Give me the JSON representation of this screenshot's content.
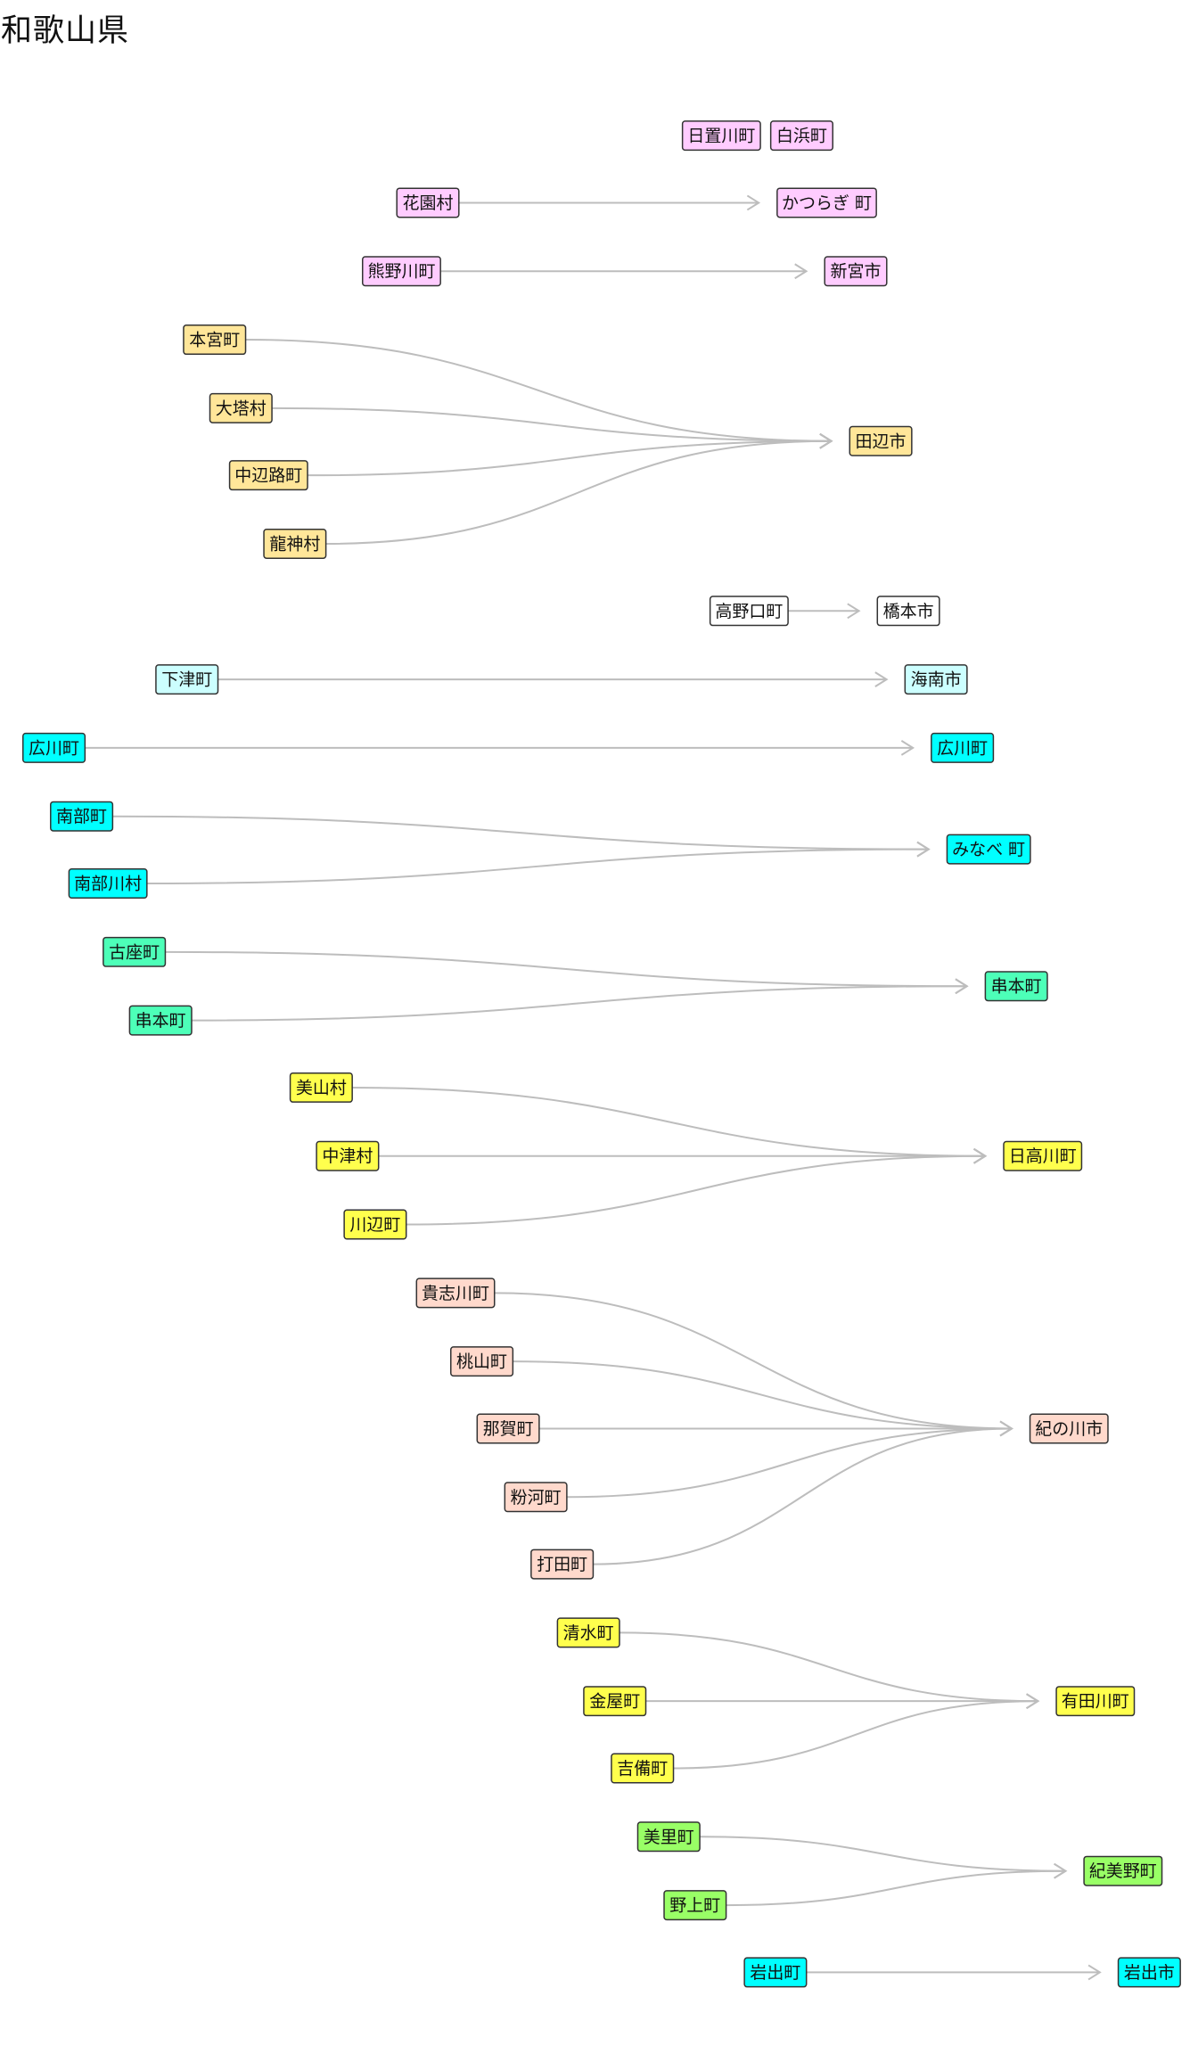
{
  "title": "和歌山県",
  "colors": {
    "pink": "#ffccff",
    "orange": "#ffe699",
    "white": "#ffffff",
    "lightcyan": "#ccffff",
    "cyan": "#00ffff",
    "teal": "#4dffb8",
    "yellow": "#ffff4d",
    "salmon": "#ffd9cc",
    "green": "#99ff66",
    "edge": "#bdbdbd",
    "border": "#333333"
  },
  "nodes": {
    "hiokigawa": {
      "label": "日置川町",
      "color": "pink"
    },
    "shirahama": {
      "label": "白浜町",
      "color": "pink"
    },
    "hanazono": {
      "label": "花園村",
      "color": "pink"
    },
    "katsuragi": {
      "label": "かつらぎ 町",
      "color": "pink"
    },
    "kumanogawa": {
      "label": "熊野川町",
      "color": "pink"
    },
    "shingu": {
      "label": "新宮市",
      "color": "pink"
    },
    "hongu": {
      "label": "本宮町",
      "color": "orange"
    },
    "oto": {
      "label": "大塔村",
      "color": "orange"
    },
    "nakahechi": {
      "label": "中辺路町",
      "color": "orange"
    },
    "ryujin": {
      "label": "龍神村",
      "color": "orange"
    },
    "tanabe": {
      "label": "田辺市",
      "color": "orange"
    },
    "koyaguchi": {
      "label": "高野口町",
      "color": "white"
    },
    "hashimoto": {
      "label": "橋本市",
      "color": "white"
    },
    "shimotsu": {
      "label": "下津町",
      "color": "lightcyan"
    },
    "kainan": {
      "label": "海南市",
      "color": "lightcyan"
    },
    "hirogawa_old": {
      "label": "広川町",
      "color": "cyan"
    },
    "hirogawa_new": {
      "label": "広川町",
      "color": "cyan"
    },
    "minabe_old": {
      "label": "南部町",
      "color": "cyan"
    },
    "minabegawa": {
      "label": "南部川村",
      "color": "cyan"
    },
    "minabe_new": {
      "label": "みなべ 町",
      "color": "cyan"
    },
    "koza": {
      "label": "古座町",
      "color": "teal"
    },
    "kushimoto_old": {
      "label": "串本町",
      "color": "teal"
    },
    "kushimoto_new": {
      "label": "串本町",
      "color": "teal"
    },
    "miyama": {
      "label": "美山村",
      "color": "yellow"
    },
    "nakatsu": {
      "label": "中津村",
      "color": "yellow"
    },
    "kawabe": {
      "label": "川辺町",
      "color": "yellow"
    },
    "hidakagawa": {
      "label": "日高川町",
      "color": "yellow"
    },
    "kishigawa": {
      "label": "貴志川町",
      "color": "salmon"
    },
    "momoyama": {
      "label": "桃山町",
      "color": "salmon"
    },
    "naga": {
      "label": "那賀町",
      "color": "salmon"
    },
    "kokawa": {
      "label": "粉河町",
      "color": "salmon"
    },
    "uchita": {
      "label": "打田町",
      "color": "salmon"
    },
    "kinokawa": {
      "label": "紀の川市",
      "color": "salmon"
    },
    "shimizu": {
      "label": "清水町",
      "color": "yellow"
    },
    "kanaya": {
      "label": "金屋町",
      "color": "yellow"
    },
    "kibi": {
      "label": "吉備町",
      "color": "yellow"
    },
    "aridagawa": {
      "label": "有田川町",
      "color": "yellow"
    },
    "misato": {
      "label": "美里町",
      "color": "green"
    },
    "nokami": {
      "label": "野上町",
      "color": "green"
    },
    "kimino": {
      "label": "紀美野町",
      "color": "green"
    },
    "iwade_old": {
      "label": "岩出町",
      "color": "cyan"
    },
    "iwade_new": {
      "label": "岩出市",
      "color": "cyan"
    }
  },
  "edges": [
    [
      "hanazono",
      "katsuragi"
    ],
    [
      "kumanogawa",
      "shingu"
    ],
    [
      "hongu",
      "tanabe"
    ],
    [
      "oto",
      "tanabe"
    ],
    [
      "nakahechi",
      "tanabe"
    ],
    [
      "ryujin",
      "tanabe"
    ],
    [
      "koyaguchi",
      "hashimoto"
    ],
    [
      "shimotsu",
      "kainan"
    ],
    [
      "hirogawa_old",
      "hirogawa_new"
    ],
    [
      "minabe_old",
      "minabe_new"
    ],
    [
      "minabegawa",
      "minabe_new"
    ],
    [
      "koza",
      "kushimoto_new"
    ],
    [
      "kushimoto_old",
      "kushimoto_new"
    ],
    [
      "miyama",
      "hidakagawa"
    ],
    [
      "nakatsu",
      "hidakagawa"
    ],
    [
      "kawabe",
      "hidakagawa"
    ],
    [
      "kishigawa",
      "kinokawa"
    ],
    [
      "momoyama",
      "kinokawa"
    ],
    [
      "naga",
      "kinokawa"
    ],
    [
      "kokawa",
      "kinokawa"
    ],
    [
      "uchita",
      "kinokawa"
    ],
    [
      "shimizu",
      "aridagawa"
    ],
    [
      "kanaya",
      "aridagawa"
    ],
    [
      "kibi",
      "aridagawa"
    ],
    [
      "misato",
      "kimino"
    ],
    [
      "nokami",
      "kimino"
    ],
    [
      "iwade_old",
      "iwade_new"
    ]
  ]
}
